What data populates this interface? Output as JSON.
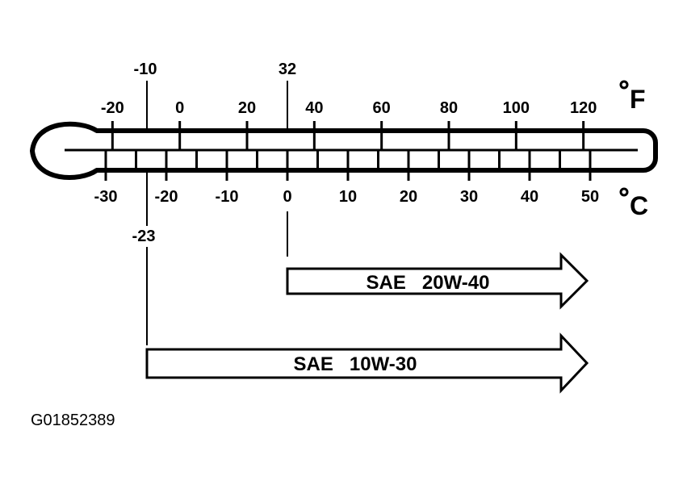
{
  "diagram": {
    "fahrenheit": {
      "unit_symbol": "F",
      "ticks": [
        "-20",
        "0",
        "20",
        "40",
        "60",
        "80",
        "100",
        "120"
      ],
      "reference_marks": [
        "-10",
        "32"
      ]
    },
    "celsius": {
      "unit_symbol": "C",
      "major_ticks": [
        "-30",
        "-20",
        "-10",
        "0",
        "10",
        "20",
        "30",
        "40",
        "50"
      ],
      "reference_marks": [
        "-23"
      ]
    },
    "ranges": [
      {
        "label": "SAE   20W-40",
        "from_celsius": 0,
        "to_celsius": 50
      },
      {
        "label": "SAE   10W-30",
        "from_celsius": -23,
        "to_celsius": 50
      }
    ],
    "figure_code": "G01852389"
  }
}
